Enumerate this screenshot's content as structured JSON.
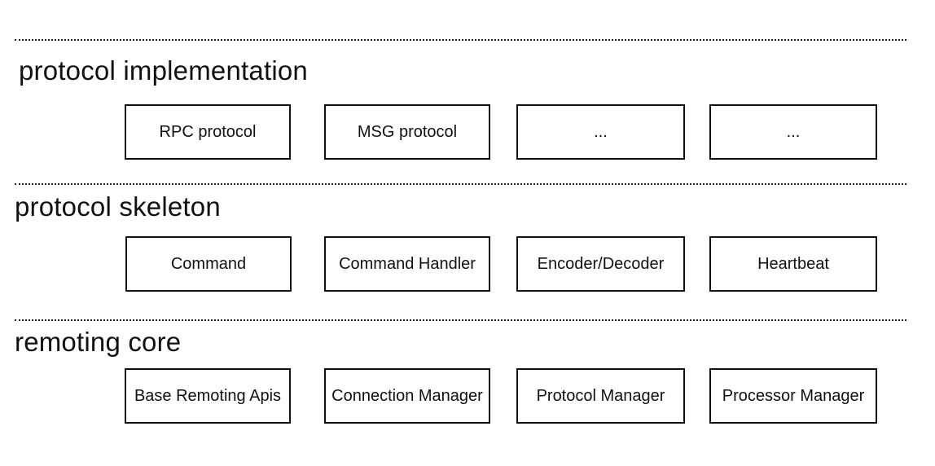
{
  "layers": [
    {
      "title": "protocol implementation",
      "boxes": [
        "RPC protocol",
        "MSG protocol",
        "...",
        "..."
      ]
    },
    {
      "title": "protocol skeleton",
      "boxes": [
        "Command",
        "Command Handler",
        "Encoder/Decoder",
        "Heartbeat"
      ]
    },
    {
      "title": "remoting core",
      "boxes": [
        "Base Remoting Apis",
        "Connection Manager",
        "Protocol Manager",
        "Processor Manager"
      ]
    }
  ]
}
